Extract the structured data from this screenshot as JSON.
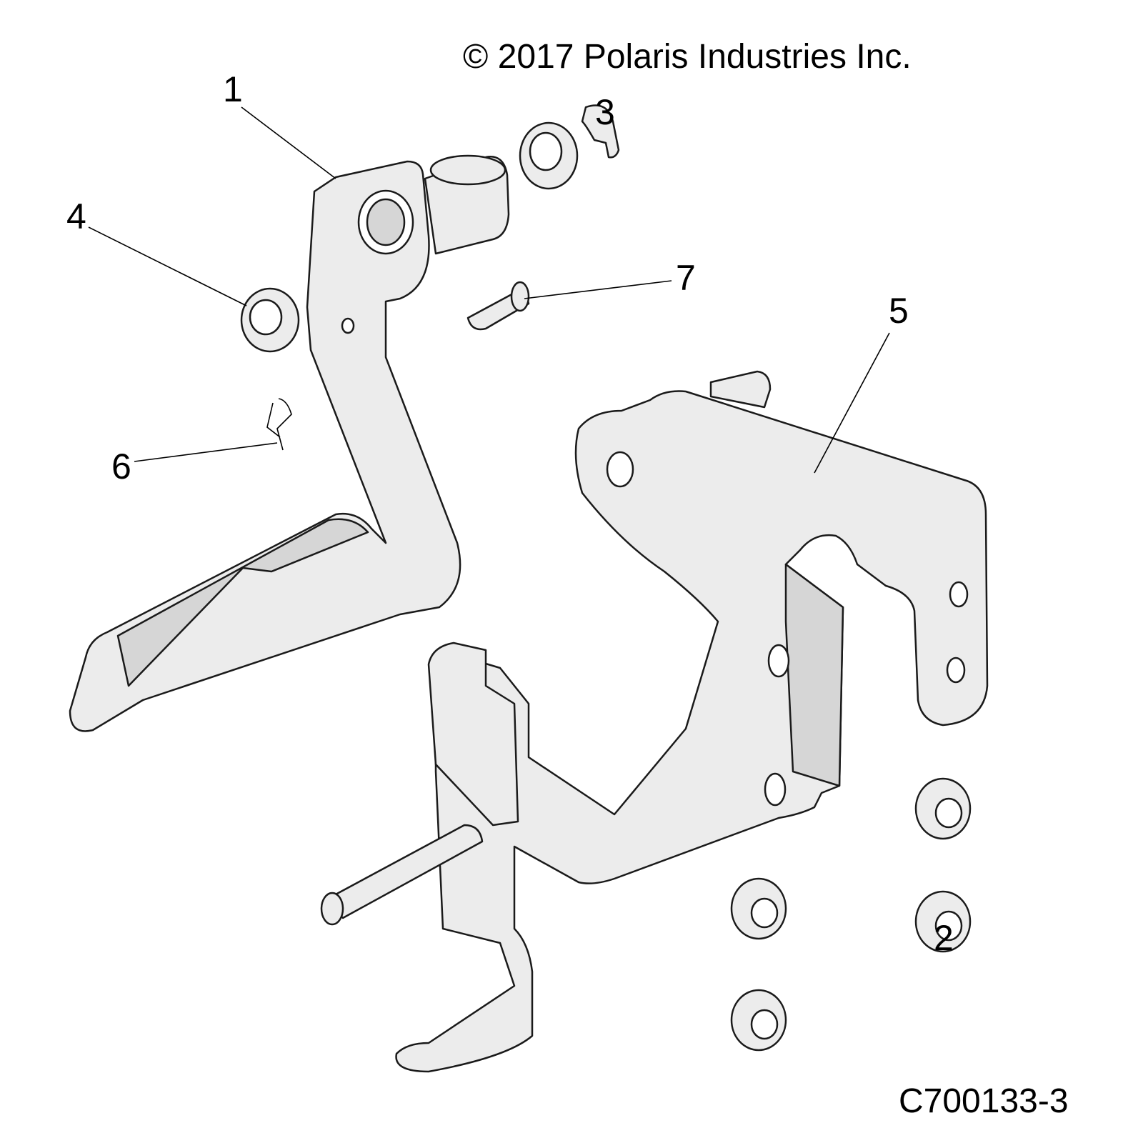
{
  "header": {
    "copyright": "© 2017 Polaris Industries Inc."
  },
  "footer": {
    "diagram_code": "C700133-3"
  },
  "callouts": {
    "part_1": "1",
    "part_2": "2",
    "part_3": "3",
    "part_4": "4",
    "part_5": "5",
    "part_6": "6",
    "part_7": "7"
  }
}
